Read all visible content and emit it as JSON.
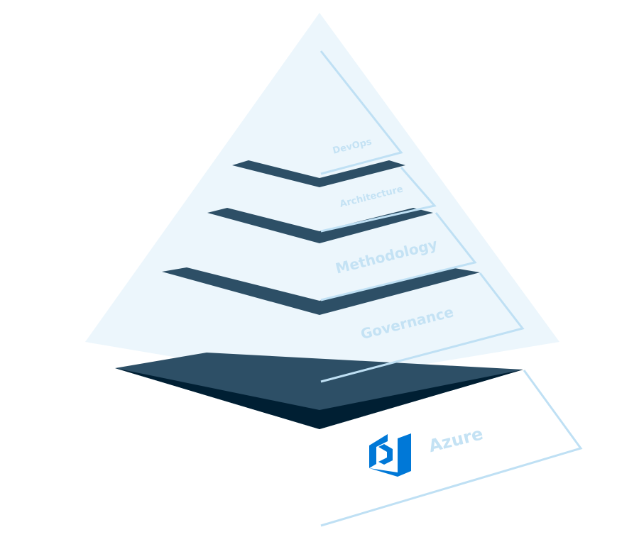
{
  "diagram": {
    "layers": [
      {
        "id": "devops",
        "label": "DevOps"
      },
      {
        "id": "architecture",
        "label": "Architecture"
      },
      {
        "id": "methodology",
        "label": "Methodology"
      },
      {
        "id": "governance",
        "label": "Governance"
      },
      {
        "id": "azure",
        "label": "Azure"
      }
    ],
    "icon": "azure-devops-icon"
  },
  "colors": {
    "face": "#ecf6fc",
    "edge": "#bfe0f4",
    "label": "#c4e2f4",
    "slab_light": "#2d4f66",
    "slab_dark": "#001f33",
    "icon": "#0078d7"
  }
}
